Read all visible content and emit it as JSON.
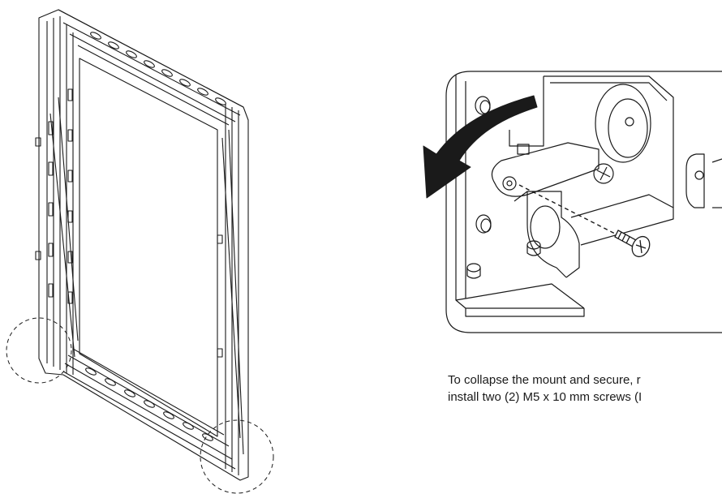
{
  "figure": {
    "caption_lines": [
      "To collapse the mount and secure, r",
      "install two (2) M5 x 10 mm screws (I"
    ],
    "colors": {
      "line": "#1a1a1a",
      "arrow": "#1a1a1a",
      "background": "#ffffff"
    },
    "icons": [
      "wall-mount-frame",
      "detail-callout-circle",
      "rotate-arrow",
      "screw"
    ]
  }
}
